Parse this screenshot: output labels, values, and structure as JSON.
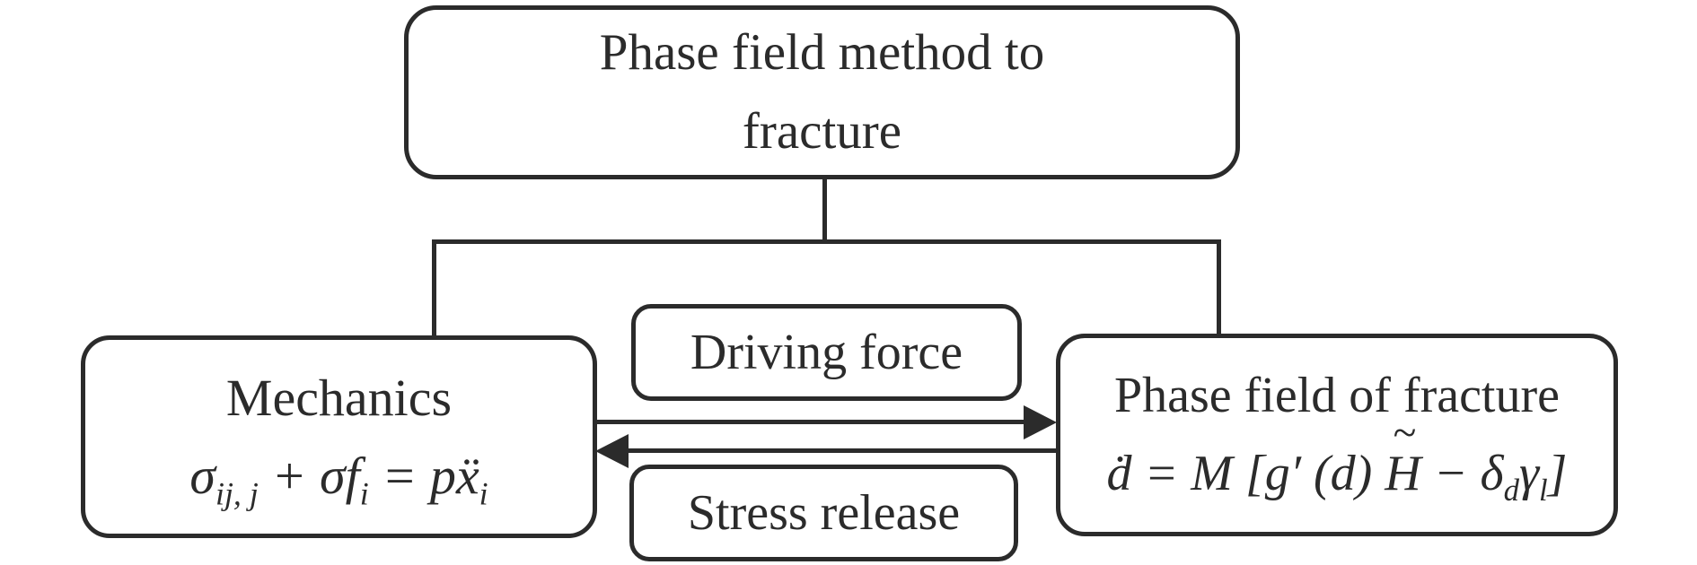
{
  "colors": {
    "ink": "#2b2b2b",
    "background": "#ffffff"
  },
  "nodes": {
    "root": {
      "line1": "Phase field method to",
      "line2": "fracture"
    },
    "mechanics": {
      "title": "Mechanics",
      "equation": [
        {
          "text": "σ"
        },
        {
          "text": "ij, j",
          "type": "sub"
        },
        {
          "text": " + σf"
        },
        {
          "text": "i",
          "type": "sub"
        },
        {
          "text": " = pẍ"
        },
        {
          "text": "i",
          "type": "sub"
        }
      ]
    },
    "phase_field": {
      "title": "Phase field of fracture",
      "equation": [
        {
          "text": "ḋ = M [g′ (d) "
        },
        {
          "text": "H",
          "type": "tilde"
        },
        {
          "text": " − δ"
        },
        {
          "text": "d",
          "type": "sub"
        },
        {
          "text": "γ"
        },
        {
          "text": "l",
          "type": "sub"
        },
        {
          "text": "]"
        }
      ]
    }
  },
  "edges": {
    "forward": {
      "label": "Driving force",
      "from": "Mechanics",
      "to": "Phase field of fracture"
    },
    "backward": {
      "label": "Stress release",
      "from": "Phase field of fracture",
      "to": "Mechanics"
    }
  }
}
